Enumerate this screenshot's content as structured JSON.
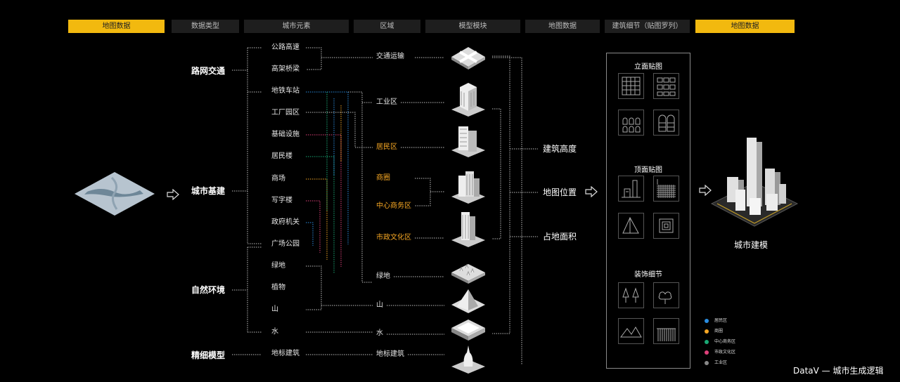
{
  "headers": [
    "地图数据",
    "数据类型",
    "城市元素",
    "区域",
    "模型模块",
    "地图数据",
    "建筑细节（贴图罗列）",
    "地图数据"
  ],
  "categories": {
    "road": "路网交通",
    "infra": "城市基建",
    "nature": "自然环境",
    "fine": "精细模型"
  },
  "elements": [
    "公路高速",
    "高架桥梁",
    "地铁车站",
    "工厂园区",
    "基础设施",
    "居民楼",
    "商场",
    "写字楼",
    "政府机关",
    "广场公园",
    "绿地",
    "植物",
    "山",
    "水",
    "地标建筑"
  ],
  "regions": [
    "交通运输",
    "工业区",
    "居民区",
    "商圈",
    "中心商务区",
    "市政文化区",
    "绿地",
    "山",
    "水",
    "地标建筑"
  ],
  "map_attrs": [
    "建筑高度",
    "地图位置",
    "占地面积"
  ],
  "texture_panel": {
    "facade": "立面贴图",
    "roof": "顶面贴图",
    "decor": "装饰细节"
  },
  "result_label": "城市建模",
  "legend": [
    {
      "label": "居民区",
      "color": "#2a8de0"
    },
    {
      "label": "商圈",
      "color": "#f5a623"
    },
    {
      "label": "中心商务区",
      "color": "#19a974"
    },
    {
      "label": "市政文化区",
      "color": "#e0407a"
    },
    {
      "label": "工业区",
      "color": "#888888"
    }
  ],
  "footer": "DataV — 城市生成逻辑"
}
